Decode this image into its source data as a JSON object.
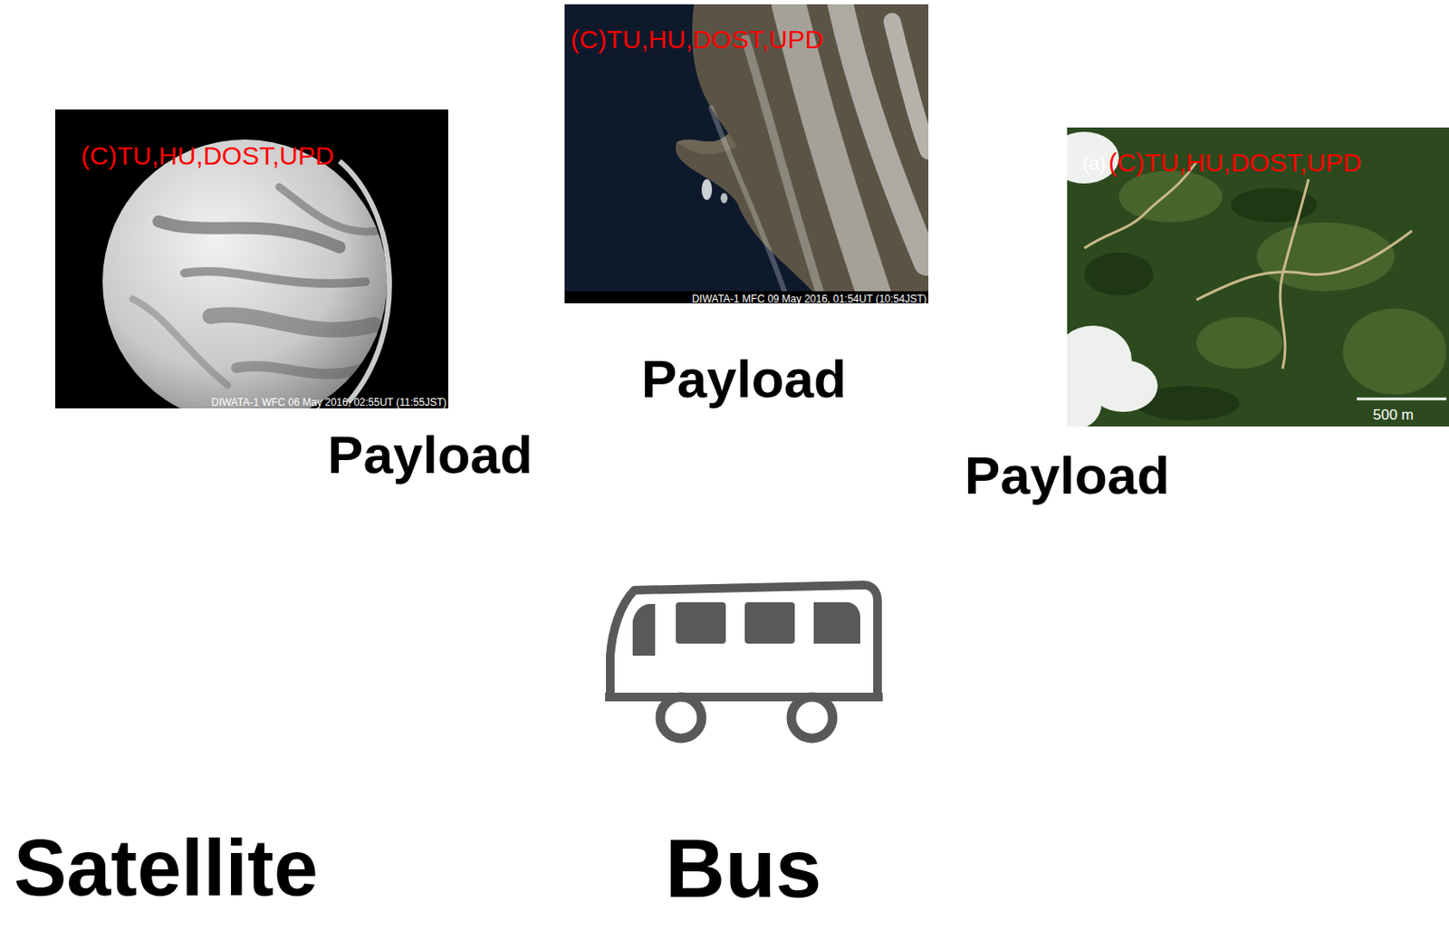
{
  "diagram": {
    "nodes": [
      {
        "text": [
          "Payload"
        ]
      },
      {
        "text": [
          "Payload"
        ]
      },
      {
        "text": [
          "Payload"
        ]
      },
      {
        "text": [
          "Bus"
        ]
      }
    ],
    "labels": [
      "(C)TU,HU,DOST,UPD",
      "DIWATA-1 WFC 06 May 2016, 02:55UT (11:55JST)",
      "(C)TU,HU,DOST,UPD",
      "DIWATA-1 MFC 09 May 2016, 01:54UT (10:54JST)",
      "(a)",
      "(C)TU,HU,DOST,UPD",
      "500 m",
      "Satellite"
    ]
  }
}
